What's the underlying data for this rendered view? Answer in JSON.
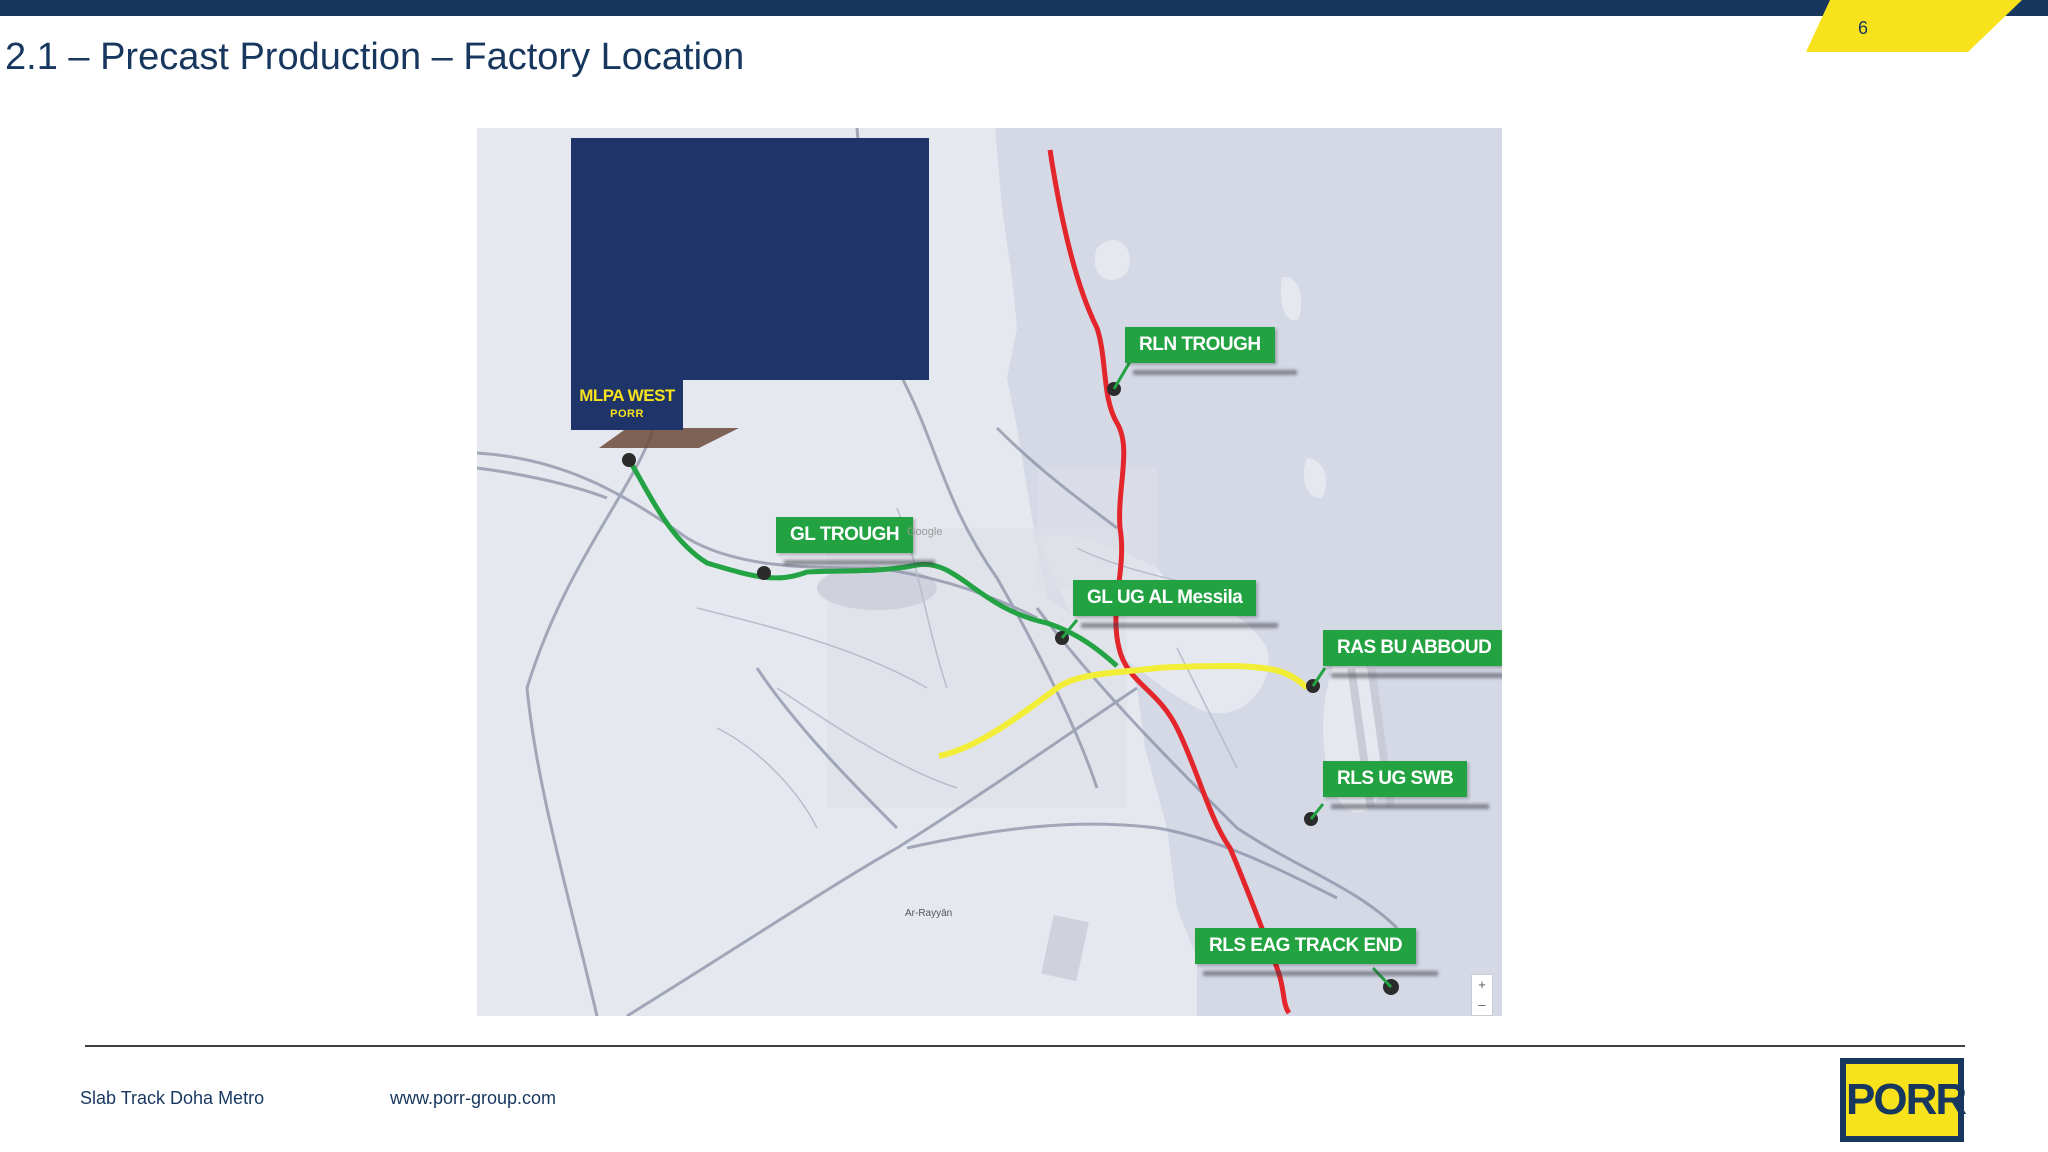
{
  "slide": {
    "page_number": "6",
    "title": "2.1 – Precast Production – Factory Location"
  },
  "map": {
    "factory_label": "MLPA WEST",
    "factory_logo": "PORR",
    "labels": {
      "rln_trough": "RLN TROUGH",
      "gl_trough": "GL TROUGH",
      "gl_ug": "GL UG AL Messila",
      "ras_bu_abboud": "RAS BU ABBOUD",
      "rls_ug_swb": "RLS UG SWB",
      "rls_eag": "RLS EAG TRACK END"
    },
    "place_names": {
      "ar_rayyan": "Ar-Rayyān",
      "google": "Google"
    },
    "zoom_in": "+",
    "zoom_out": "–",
    "colors": {
      "red_line": "#e3262b",
      "green_line": "#23a343",
      "yellow_line": "#f2ee38",
      "label_bg": "#22a241",
      "water": "#d5d9e6",
      "land": "#e6e8ef"
    }
  },
  "footer": {
    "project": "Slab Track Doha Metro",
    "url": "www.porr-group.com",
    "logo": "PORR"
  },
  "colors": {
    "navy": "#17375e",
    "accent_yellow": "#f7e21c"
  }
}
